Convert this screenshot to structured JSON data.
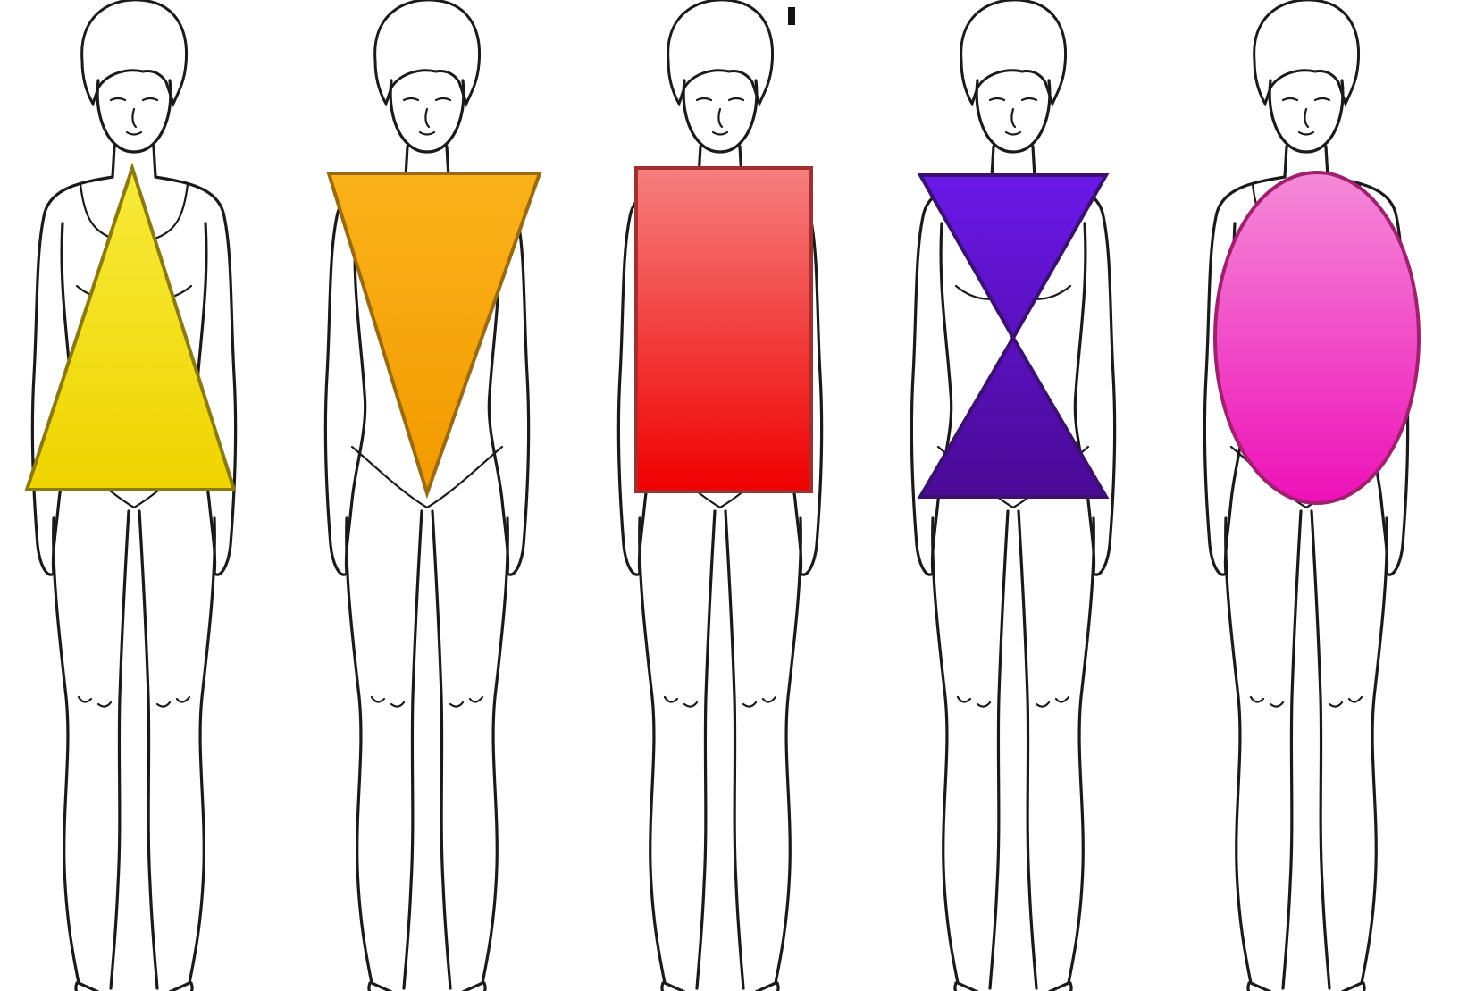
{
  "figures": [
    {
      "shape": "triangle",
      "icon": "triangle-shape-icon",
      "color_top": "#f7ea3a",
      "color_bottom": "#f0d400",
      "outline": "#8a7a10"
    },
    {
      "shape": "inverted-triangle",
      "icon": "inverted-triangle-shape-icon",
      "color_top": "#fbb21a",
      "color_bottom": "#f29a00",
      "outline": "#9a6a10"
    },
    {
      "shape": "rectangle",
      "icon": "rectangle-shape-icon",
      "color_top": "#f57f7f",
      "color_bottom": "#f00000",
      "outline": "#a03030"
    },
    {
      "shape": "hourglass",
      "icon": "hourglass-shape-icon",
      "color_top": "#6a18e8",
      "color_bottom": "#4a0a96",
      "outline": "#3a1070"
    },
    {
      "shape": "oval",
      "icon": "oval-shape-icon",
      "color_top": "#f58ad8",
      "color_bottom": "#ee10b8",
      "outline": "#a0206e"
    }
  ]
}
